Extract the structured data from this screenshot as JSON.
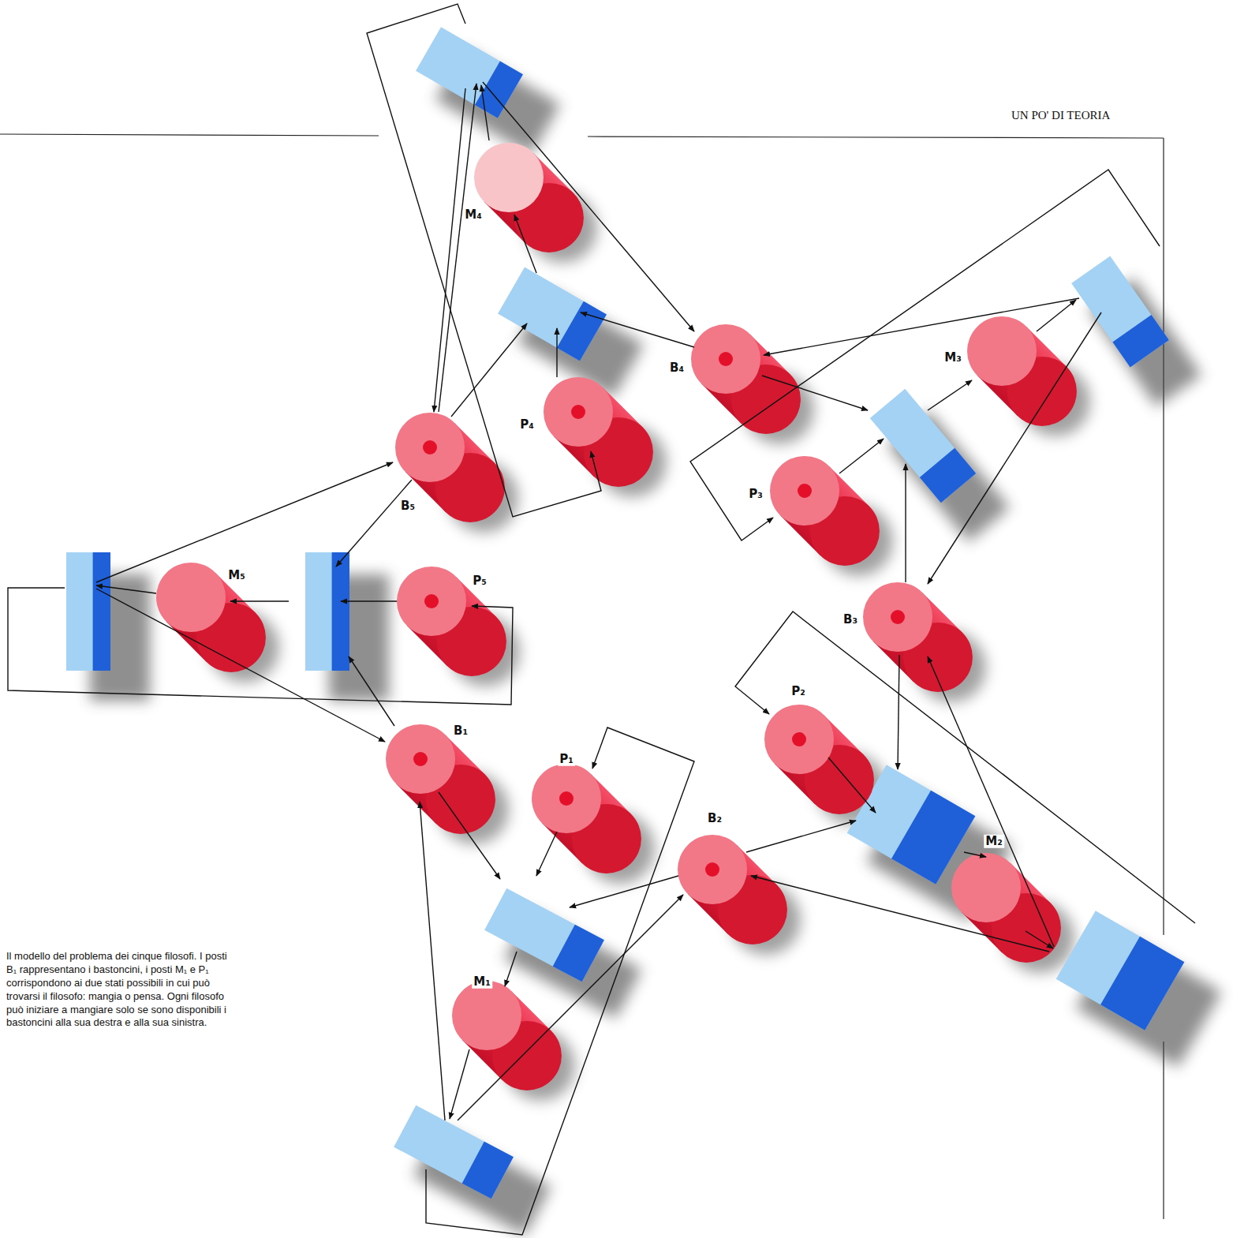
{
  "diagram": {
    "caption": "Il modello del problema dei cinque filosofi. I posti B₁ rappresentano i bastoncini, i posti M₁ e P₁ corrispondono ai due stati possibili in cui può trovarsi il filosofo: mangia o pensa. Ogni filosofo può iniziare a mangiare solo se sono disponibili i bastoncini alla sua destra e alla sua sinistra.",
    "nodes": [
      {
        "text": [
          "M₄"
        ]
      },
      {
        "text": [
          "B₄"
        ]
      },
      {
        "text": [
          "M₃"
        ]
      },
      {
        "text": [
          "P₄"
        ]
      },
      {
        "text": [
          "B₅"
        ]
      },
      {
        "text": [
          "P₃"
        ]
      },
      {
        "text": [
          "M₅"
        ]
      },
      {
        "text": [
          "P₅"
        ]
      },
      {
        "text": [
          "B₃"
        ]
      },
      {
        "text": [
          "P₂"
        ]
      },
      {
        "text": [
          "B₁"
        ]
      },
      {
        "text": [
          "P₁"
        ]
      },
      {
        "text": [
          "B₂"
        ]
      },
      {
        "text": [
          "M₂"
        ]
      },
      {
        "text": [
          "M₁"
        ]
      }
    ],
    "labels": [
      "UN PO' DI TEORIA"
    ]
  }
}
